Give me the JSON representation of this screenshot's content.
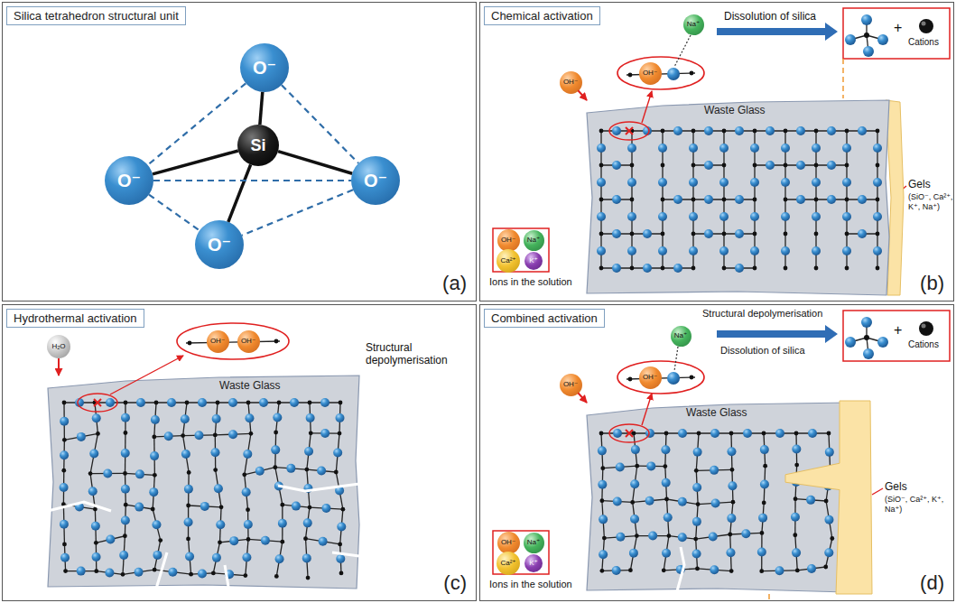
{
  "diagram": {
    "nodes": [
      {
        "text": [
          "(a)"
        ]
      },
      {
        "text": [
          "Silica tetrahedron structural unit"
        ],
        "in": 0
      },
      {
        "text": [
          "O⁻"
        ],
        "in": 0
      },
      {
        "text": [
          "O⁻"
        ],
        "in": 0
      },
      {
        "text": [
          "Si"
        ],
        "in": 0
      },
      {
        "text": [
          "O⁻"
        ],
        "in": 0
      },
      {
        "text": [
          "O⁻"
        ],
        "in": 0
      },
      {
        "text": [
          "(b)"
        ]
      },
      {
        "text": [
          "Chemical activation"
        ],
        "in": 7
      },
      {
        "text": [
          "Waste Glass"
        ],
        "in": 7
      },
      {
        "text": [
          "OH⁻"
        ],
        "in": 7
      },
      {
        "text": [
          "Na⁺"
        ],
        "in": 7
      },
      {
        "text": [
          "OH⁻"
        ],
        "in": 7
      },
      {
        "text": [
          "OH⁻"
        ],
        "in": 7
      },
      {
        "text": [
          "Na⁺"
        ],
        "in": 7
      },
      {
        "text": [
          "Ca²⁺"
        ],
        "in": 7
      },
      {
        "text": [
          "K⁺"
        ],
        "in": 7
      },
      {
        "text": [
          "(c)"
        ]
      },
      {
        "text": [
          "Hydrothermal activation"
        ],
        "in": 17
      },
      {
        "text": [
          "Waste Glass"
        ],
        "in": 17
      },
      {
        "text": [
          "H₂O"
        ],
        "in": 17
      },
      {
        "text": [
          "OH⁻"
        ],
        "in": 17
      },
      {
        "text": [
          "OH⁻"
        ],
        "in": 17
      },
      {
        "text": [
          "(d)"
        ]
      },
      {
        "text": [
          "Combined activation"
        ],
        "in": 23
      },
      {
        "text": [
          "Waste Glass"
        ],
        "in": 23
      },
      {
        "text": [
          "OH⁻"
        ],
        "in": 23
      },
      {
        "text": [
          "Na⁺"
        ],
        "in": 23
      },
      {
        "text": [
          "OH⁻"
        ],
        "in": 23
      },
      {
        "text": [
          "OH⁻"
        ],
        "in": 23
      },
      {
        "text": [
          "Na⁺"
        ],
        "in": 23
      },
      {
        "text": [
          "Ca²⁺"
        ],
        "in": 23
      },
      {
        "text": [
          "K⁺"
        ],
        "in": 23
      }
    ],
    "edges": [
      {
        "from": 4,
        "to": 2,
        "arrow": "none"
      },
      {
        "from": 4,
        "to": 3,
        "arrow": "none"
      },
      {
        "from": 4,
        "to": 5,
        "arrow": "none"
      },
      {
        "from": 4,
        "to": 6,
        "arrow": "none"
      },
      {
        "from": 2,
        "to": 3,
        "arrow": "none"
      },
      {
        "from": 2,
        "to": 5,
        "arrow": "none"
      },
      {
        "from": 3,
        "to": 6,
        "arrow": "none"
      },
      {
        "from": 5,
        "to": 6,
        "arrow": "none"
      },
      {
        "from": 3,
        "to": 5,
        "arrow": "none"
      },
      {
        "from": 10,
        "to": 9,
        "arrow": "to"
      },
      {
        "from": 20,
        "to": 19,
        "arrow": "to"
      },
      {
        "from": 26,
        "to": 25,
        "arrow": "to"
      }
    ],
    "labels": [
      "Dissolution of silica",
      "+",
      "Cations",
      "Ions in the solution",
      "Gels",
      "(SiO⁻, Ca²⁺, K⁺, Na⁺)",
      "Structural depolymerisation",
      "Structural depolymerisation",
      "Dissolution of silica",
      "+",
      "Cations",
      "Ions in the solution",
      "Gels",
      "(SiO⁻, Ca²⁺, K⁺, Na⁺)"
    ]
  }
}
